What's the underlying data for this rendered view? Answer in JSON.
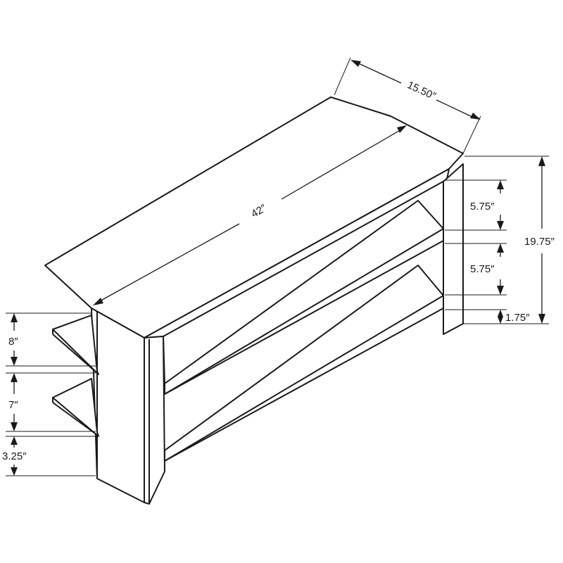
{
  "product_diagram": {
    "dimensions": {
      "depth": "15.50″",
      "width": "42″",
      "total_height": "19.75″",
      "right_upper_gap": "5.75″",
      "right_middle_gap": "5.75″",
      "right_bottom_clearance": "1.75″",
      "left_upper_gap": "8″",
      "left_middle_gap": "7″",
      "left_bottom_clearance": "3.25″"
    }
  }
}
